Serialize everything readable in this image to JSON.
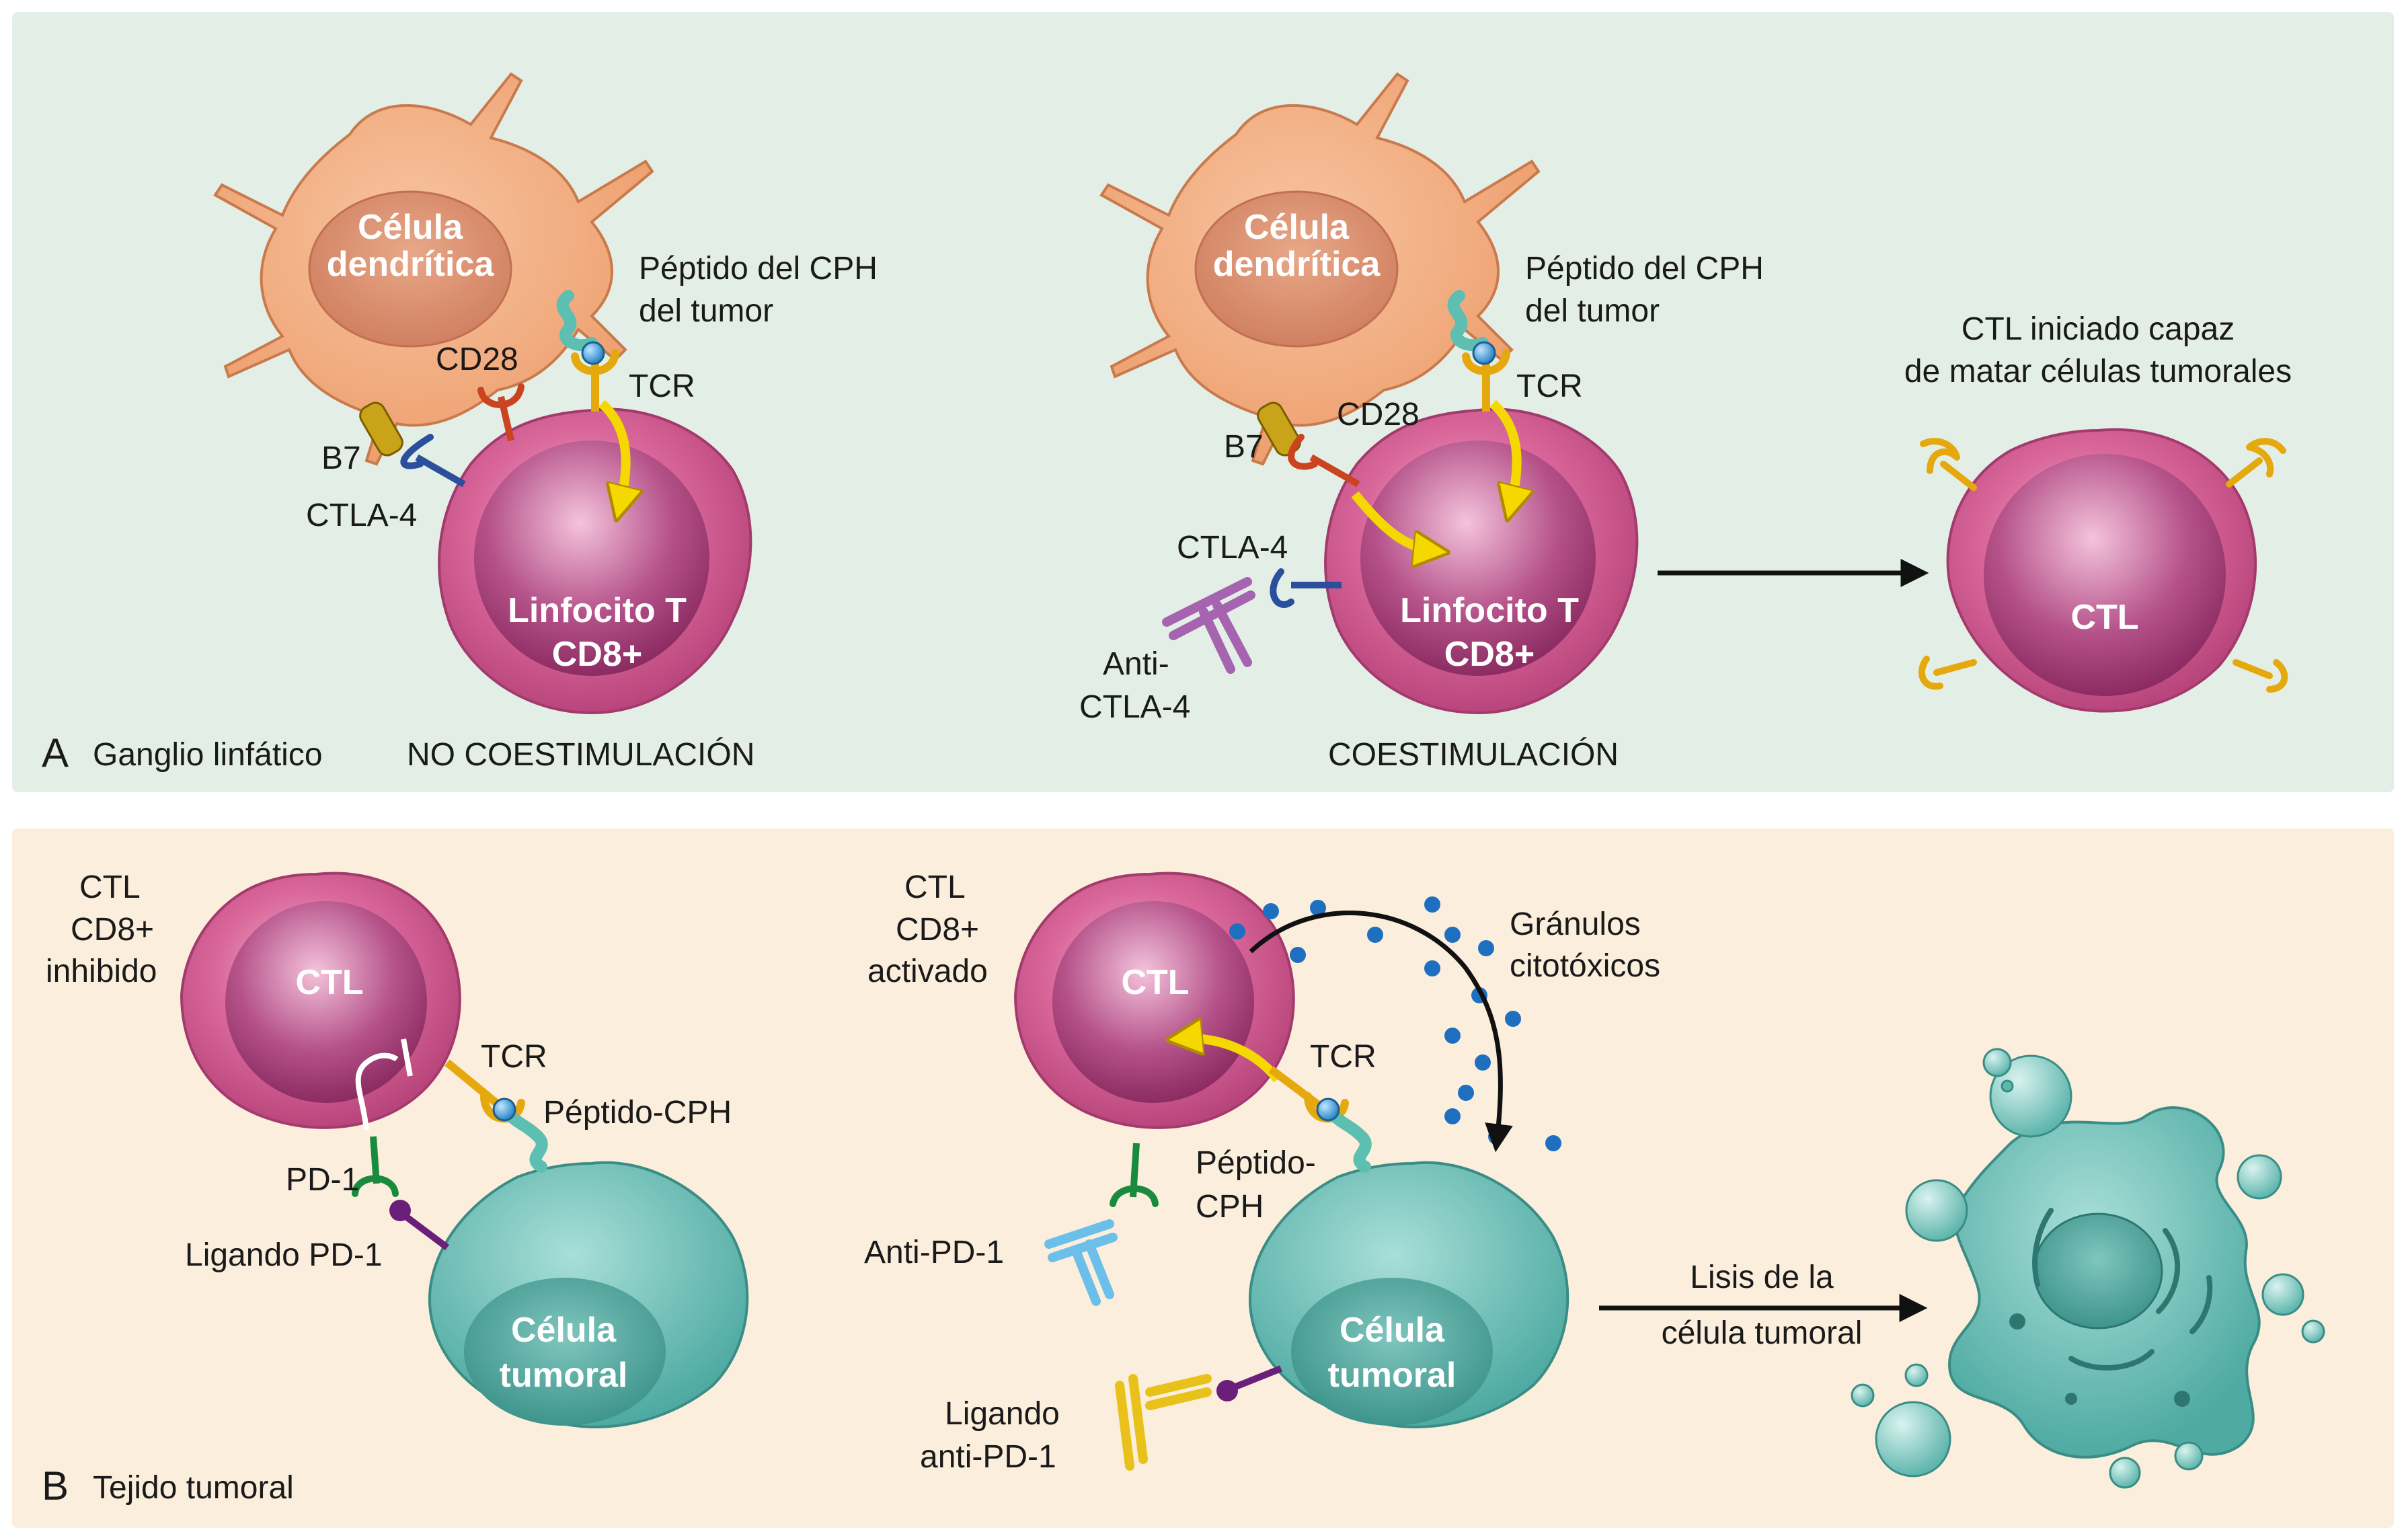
{
  "panel_a": {
    "letter": "A",
    "caption": "Ganglio linfático",
    "left": {
      "condition": "NO COESTIMULACIÓN",
      "dendritic_line1": "Célula",
      "dendritic_line2": "dendrítica",
      "peptide_line1": "Péptido del CPH",
      "peptide_line2": "del tumor",
      "cd28": "CD28",
      "tcr": "TCR",
      "b7": "B7",
      "ctla4": "CTLA-4",
      "tcell_line1": "Linfocito T",
      "tcell_line2": "CD8+"
    },
    "right": {
      "condition": "COESTIMULACIÓN",
      "dendritic_line1": "Célula",
      "dendritic_line2": "dendrítica",
      "peptide_line1": "Péptido del CPH",
      "peptide_line2": "del tumor",
      "cd28": "CD28",
      "tcr": "TCR",
      "b7": "B7",
      "ctla4": "CTLA-4",
      "anti_line1": "Anti-",
      "anti_line2": "CTLA-4",
      "tcell_line1": "Linfocito T",
      "tcell_line2": "CD8+"
    },
    "result": {
      "caption_line1": "CTL iniciado capaz",
      "caption_line2": "de matar células tumorales",
      "cell": "CTL"
    }
  },
  "panel_b": {
    "letter": "B",
    "caption": "Tejido tumoral",
    "left": {
      "ctl_line1": "CTL",
      "ctl_line2": "CD8+",
      "ctl_line3": "inhibido",
      "ctl": "CTL",
      "tcr": "TCR",
      "peptide": "Péptido-CPH",
      "pd1": "PD-1",
      "ligand": "Ligando PD-1",
      "tumor_line1": "Célula",
      "tumor_line2": "tumoral"
    },
    "right": {
      "ctl_line1": "CTL",
      "ctl_line2": "CD8+",
      "ctl_line3": "activado",
      "ctl": "CTL",
      "tcr": "TCR",
      "peptide_line1": "Péptido-",
      "peptide_line2": "CPH",
      "granules_line1": "Gránulos",
      "granules_line2": "citotóxicos",
      "anti_pd1": "Anti-PD-1",
      "ligand_line1": "Ligando",
      "ligand_line2": "anti-PD-1",
      "tumor_line1": "Célula",
      "tumor_line2": "tumoral",
      "lysis_line1": "Lisis de la",
      "lysis_line2": "célula tumoral"
    }
  },
  "colors": {
    "panel_a_bg": "#e3efe6",
    "panel_b_bg": "#fbeedc",
    "dendritic": "#f0a678",
    "tcell": "#e07aa8",
    "tumor": "#6cc0b8",
    "yellow": "#f5d800",
    "granule": "#1f6fc0"
  }
}
